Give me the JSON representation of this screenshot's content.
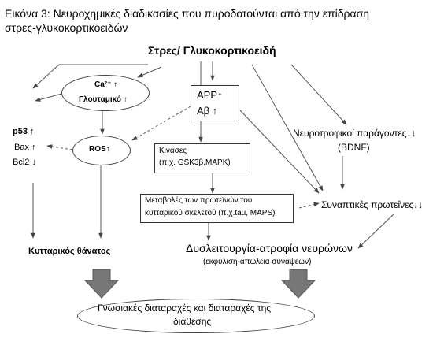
{
  "caption": {
    "line1": "Εικόνα 3: Νευροχημικές διαδικασίες που πυροδοτούνται από την επίδραση",
    "line2": "στρες-γλυκοκορτικοειδών"
  },
  "nodes": {
    "stress": "Στρες/ Γλυκοκορτικοειδή",
    "ca": "Ca²⁺ ↑",
    "glutamate": "Γλουταμικό ↑",
    "app": "APP↑",
    "abeta": "Aβ ↑",
    "p53": "p53 ↑",
    "bax": "Bax ↑",
    "bcl2": "Bcl2 ↓",
    "ros": "ROS↑",
    "kinases_1": "Κινάσες",
    "kinases_2": "(π.χ. GSK3β,MAPK)",
    "neurotrophic_1": "Νευροτροφικοί παράγοντες↓↓",
    "neurotrophic_2": "(BDNF)",
    "cytoskeleton_1": "Μεταβολές των πρωτεϊνών του",
    "cytoskeleton_2": "κυτταρικού σκελετού (π.χ.tau, MAPS)",
    "synaptic": "Συναπτικές πρωτεΐνες↓↓",
    "cell_death": "Κυτταρικός θάνατος",
    "dysfunction_1": "Δυσλειτουργία-ατροφία νευρώνων",
    "dysfunction_2": "(εκφύλιση-απώλεια συνάψεων)",
    "outcome_1": "Γνωσιακές διαταραχές και διαταραχές της",
    "outcome_2": "διάθεσης"
  }
}
